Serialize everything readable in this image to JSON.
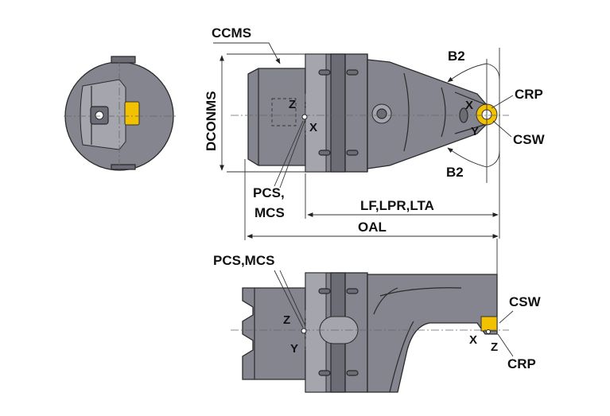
{
  "labels": {
    "ccms": "CCMS",
    "dconms": "DCONMS",
    "b2_top": "B2",
    "b2_bottom": "B2",
    "crp_top": "CRP",
    "csw_top": "CSW",
    "z_top": "Z",
    "x_top": "X",
    "x_tip": "X",
    "y_tip": "Y",
    "pcs_mcs_top_line1": "PCS,",
    "pcs_mcs_top_line2": "MCS",
    "lf_lpr_lta": "LF,LPR,LTA",
    "oal": "OAL",
    "pcs_mcs_side": "PCS,MCS",
    "csw_side": "CSW",
    "crp_side": "CRP",
    "z_side": "Z",
    "y_side": "Y",
    "x_side": "X",
    "z_side_tip": "Z"
  },
  "colors": {
    "body": "#85858f",
    "body_dark": "#6c6c76",
    "insert": "#f2c200",
    "lines": "#2a2a2a",
    "background": "#ffffff"
  },
  "views": [
    "end-view",
    "top-view",
    "side-view"
  ]
}
